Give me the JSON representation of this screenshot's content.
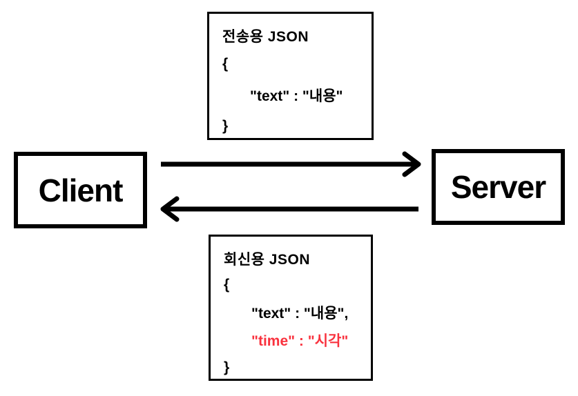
{
  "client": {
    "label": "Client"
  },
  "server": {
    "label": "Server"
  },
  "request_box": {
    "title": "전송용 JSON",
    "lines": [
      "{",
      "\"text\" : \"내용\"",
      "}"
    ]
  },
  "response_box": {
    "title": "회신용 JSON",
    "lines": [
      "{",
      "\"text\" : \"내용\",",
      "\"time\" : \"시각\"",
      "}"
    ]
  },
  "colors": {
    "stroke": "#000000",
    "highlight_red": "#f9323e",
    "background": "#ffffff"
  }
}
